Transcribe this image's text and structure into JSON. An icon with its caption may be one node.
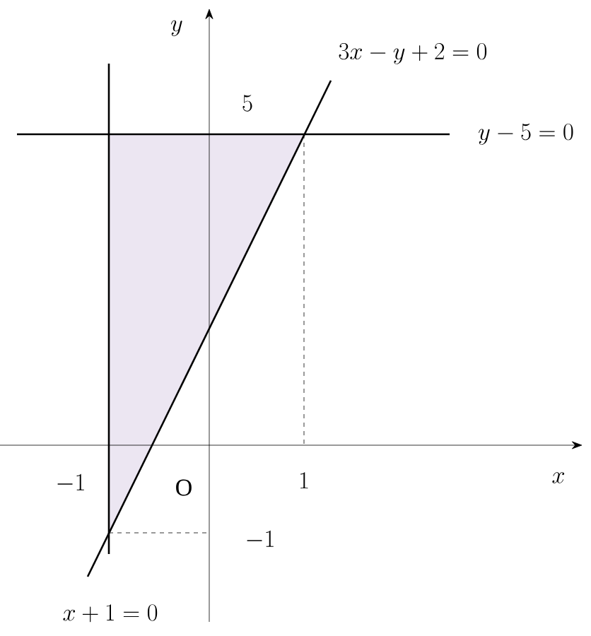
{
  "diagram": {
    "labels": [
      "y",
      "3x-y+2=0",
      "5",
      "y-5=0",
      "-1",
      "O",
      "1",
      "x",
      "-1",
      "x+1=0"
    ]
  }
}
